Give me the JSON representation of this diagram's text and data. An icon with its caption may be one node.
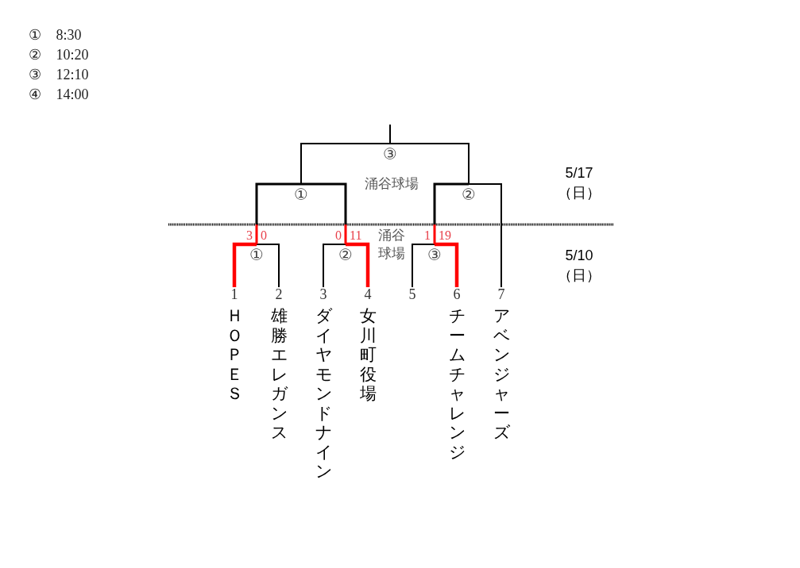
{
  "diagram": {
    "nodes": [
      {
        "text": [
          "③"
        ]
      },
      {
        "text": [
          "①"
        ]
      },
      {
        "text": [
          "②"
        ]
      },
      {
        "text": [
          "①"
        ]
      },
      {
        "text": [
          "②"
        ]
      },
      {
        "text": [
          "③"
        ]
      },
      {
        "text": [
          "1",
          "ＨＯＰＥＳ"
        ]
      },
      {
        "text": [
          "2",
          "雄勝エレガンス"
        ]
      },
      {
        "text": [
          "3",
          "ダイヤモンドナイン"
        ]
      },
      {
        "text": [
          "4",
          "女川町役場"
        ]
      },
      {
        "text": [
          "5"
        ]
      },
      {
        "text": [
          "6",
          "チームチャレンジ"
        ]
      },
      {
        "text": [
          "7",
          "アベンジャーズ"
        ]
      }
    ],
    "edges": [
      {
        "from": 6,
        "to": 3,
        "arrow": "none",
        "label": "3",
        "style": "thick",
        "color": "#ff0000"
      },
      {
        "from": 7,
        "to": 3,
        "arrow": "none",
        "label": "0"
      },
      {
        "from": 8,
        "to": 4,
        "arrow": "none",
        "label": "0"
      },
      {
        "from": 9,
        "to": 4,
        "arrow": "none",
        "label": "11",
        "style": "thick",
        "color": "#ff0000"
      },
      {
        "from": 10,
        "to": 5,
        "arrow": "none",
        "label": "1"
      },
      {
        "from": 11,
        "to": 5,
        "arrow": "none",
        "label": "19",
        "style": "thick",
        "color": "#ff0000"
      },
      {
        "from": 3,
        "to": 1,
        "arrow": "none"
      },
      {
        "from": 4,
        "to": 1,
        "arrow": "none"
      },
      {
        "from": 5,
        "to": 2,
        "arrow": "none"
      },
      {
        "from": 12,
        "to": 2,
        "arrow": "none"
      },
      {
        "from": 1,
        "to": 0,
        "arrow": "none"
      },
      {
        "from": 2,
        "to": 0,
        "arrow": "none"
      },
      {
        "from": 0,
        "to": null,
        "arrow": "none"
      }
    ],
    "labels": [
      "① 8:30",
      "② 10:20",
      "③ 12:10",
      "④ 14:00",
      "涌谷球場",
      "5/17（日）",
      "涌谷球場",
      "5/10（日）"
    ]
  }
}
